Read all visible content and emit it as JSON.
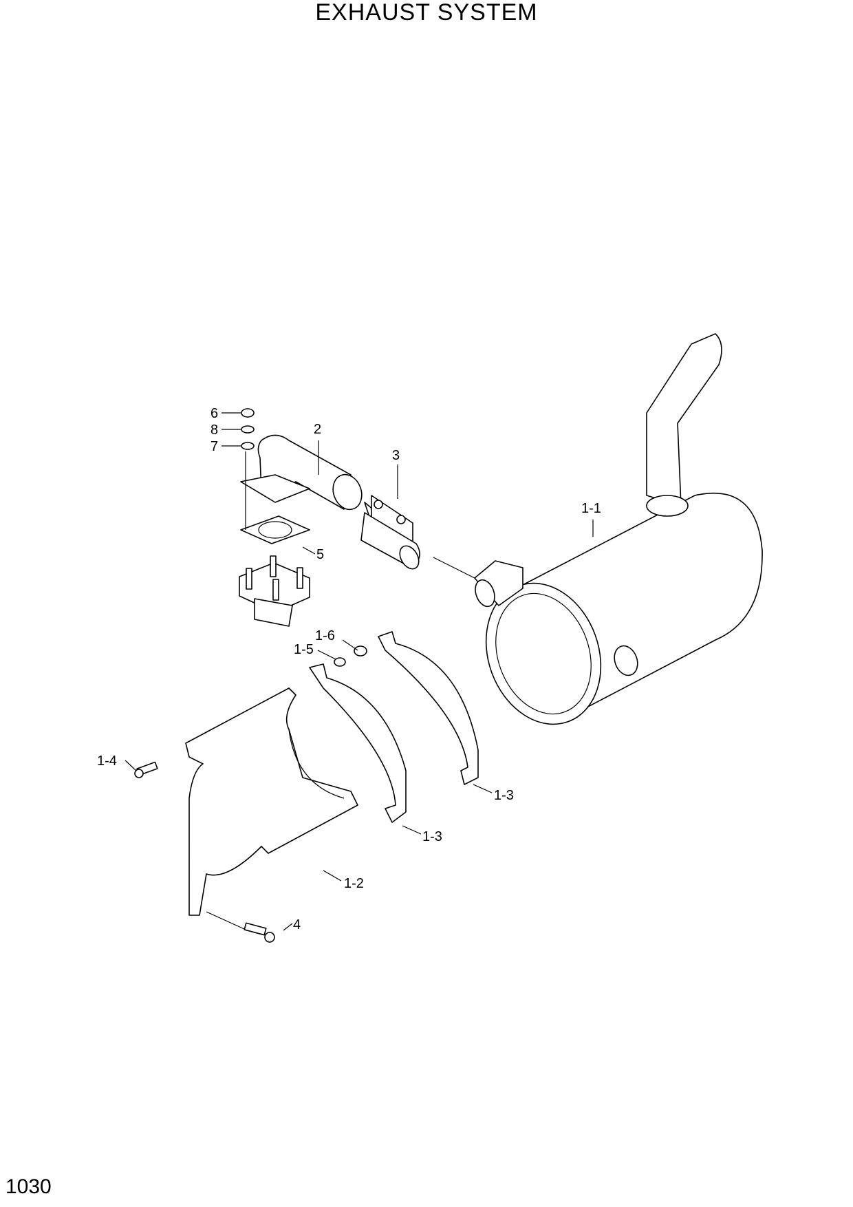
{
  "page": {
    "title": "EXHAUST SYSTEM",
    "page_number": "1030"
  },
  "callouts": {
    "c6": "6",
    "c8": "8",
    "c7": "7",
    "c2": "2",
    "c3": "3",
    "c5": "5",
    "c1_1": "1-1",
    "c1_6": "1-6",
    "c1_5": "1-5",
    "c1_4": "1-4",
    "c1_3a": "1-3",
    "c1_3b": "1-3",
    "c1_2": "1-2",
    "c4": "4"
  }
}
